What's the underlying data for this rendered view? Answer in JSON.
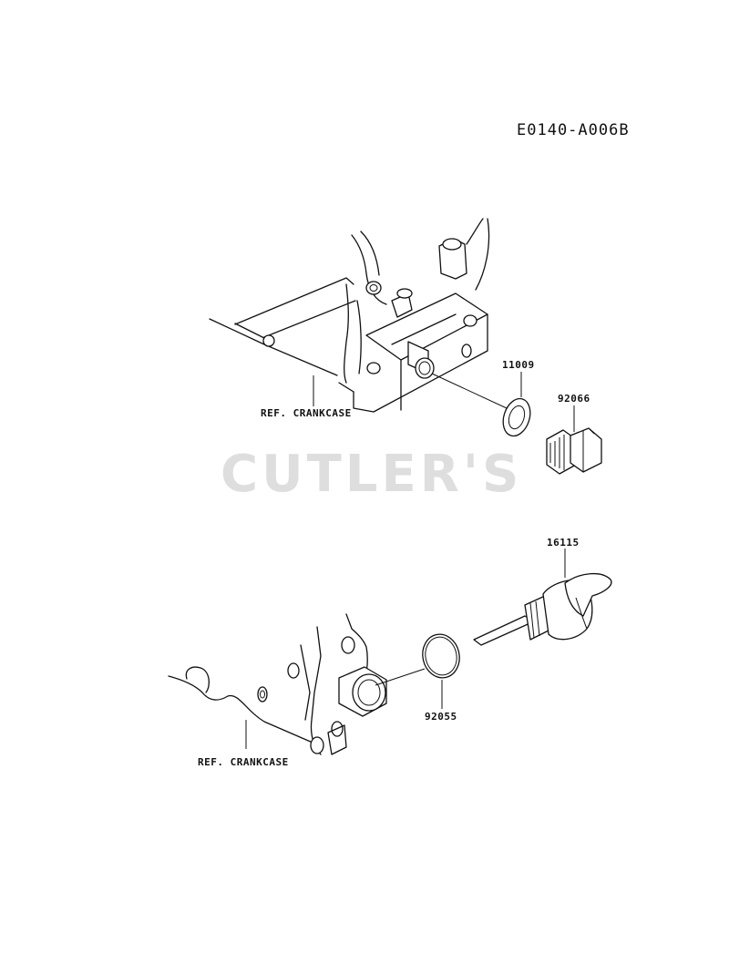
{
  "diagram": {
    "id": "E0140-A006B",
    "watermark": "CUTLER'S",
    "parts": {
      "p11009": "11009",
      "p92066": "92066",
      "p16115": "16115",
      "p92055": "92055"
    },
    "references": {
      "top": "REF. CRANKCASE",
      "bottom": "REF. CRANKCASE"
    },
    "icons": {
      "crankcase_top": "crankcase-drain-section-icon",
      "washer": "washer-icon",
      "drain_plug": "drain-plug-icon",
      "crankcase_bottom": "crankcase-filler-section-icon",
      "o_ring": "o-ring-icon",
      "dipstick": "dipstick-cap-icon"
    }
  }
}
